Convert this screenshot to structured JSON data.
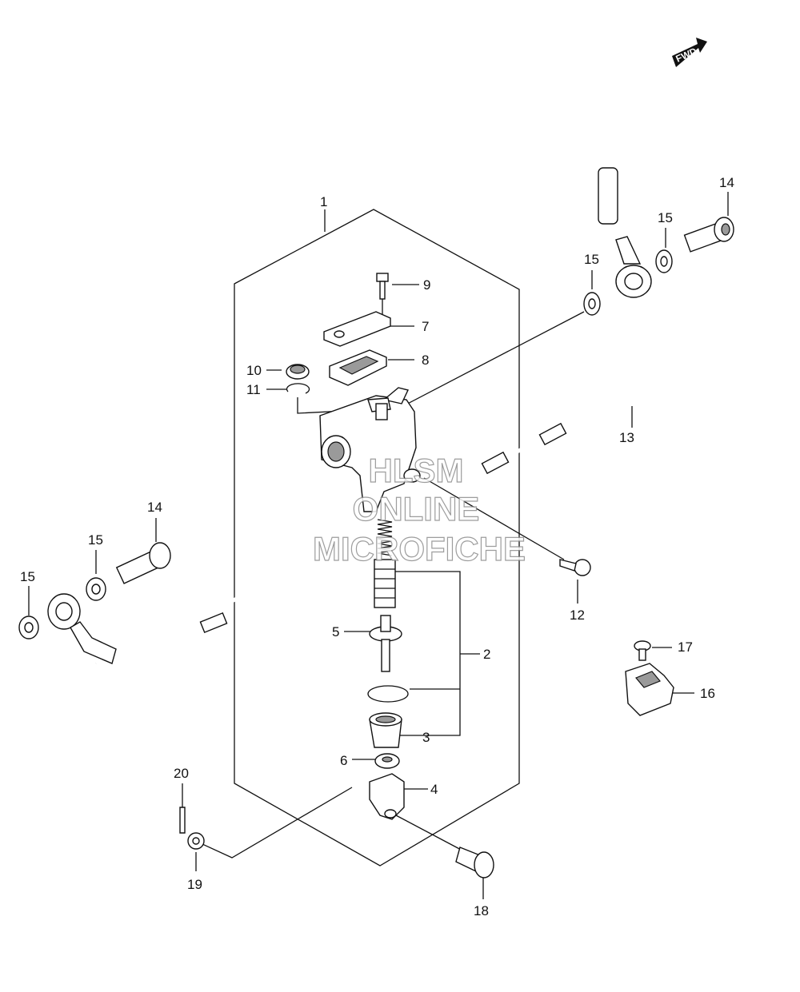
{
  "fwd_label": "FWD",
  "watermark": [
    "HLSM",
    "ONLINE",
    "MICROFICHE"
  ],
  "parts": {
    "p1": "1",
    "p2": "2",
    "p3": "3",
    "p4": "4",
    "p5": "5",
    "p6": "6",
    "p7": "7",
    "p8": "8",
    "p9": "9",
    "p10": "10",
    "p11": "11",
    "p12": "12",
    "p13": "13",
    "p14a": "14",
    "p14b": "14",
    "p15a": "15",
    "p15b": "15",
    "p15c": "15",
    "p15d": "15",
    "p16": "16",
    "p17": "17",
    "p18": "18",
    "p19": "19",
    "p20": "20"
  }
}
